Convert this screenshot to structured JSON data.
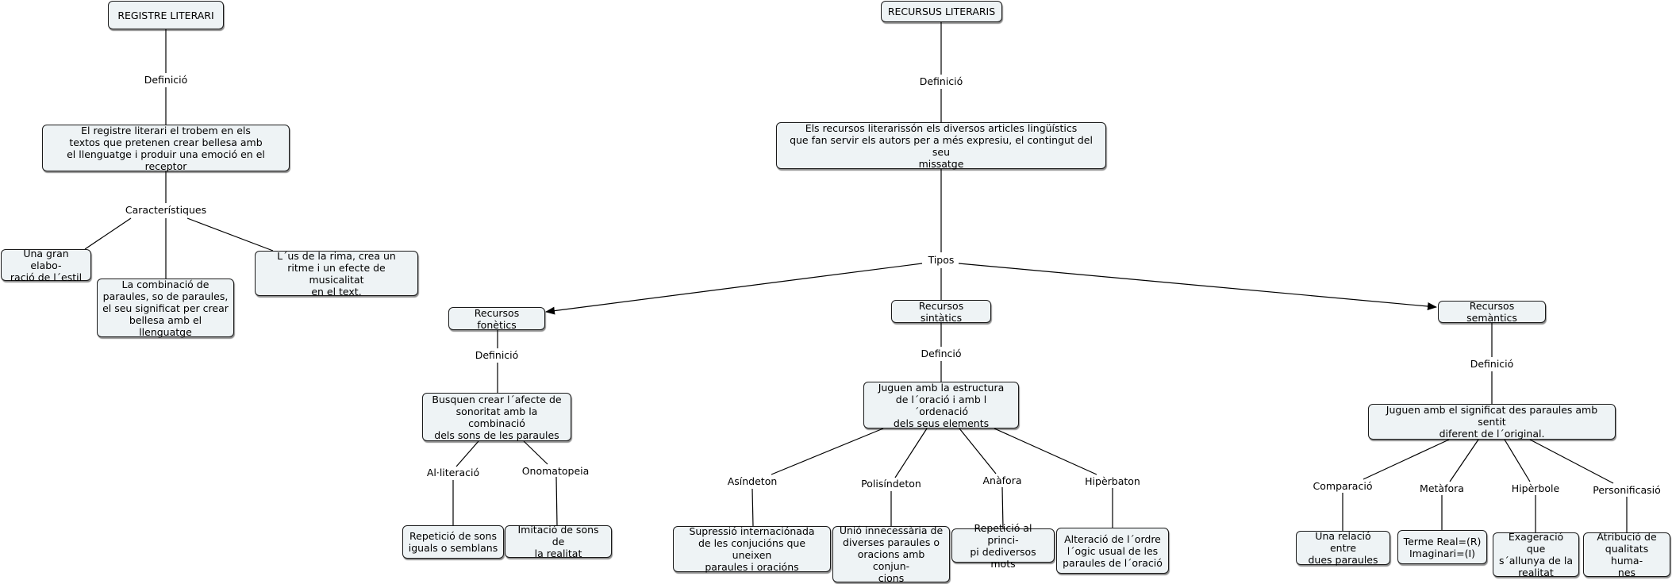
{
  "registre": {
    "title": "REGISTRE LITERARI",
    "link_definicio": "Definició",
    "definition": "El registre literari el trobem en els\ntextos que pretenen crear bellesa amb\nel llenguatge i produir una emoció en el receptor",
    "link_caracteristiques": "Característiques",
    "features": [
      "Una gran elabo-\nració de l´estil",
      "La combinació de\nparaules, so de paraules,\nel seu significat per crear\nbellesa amb el llenguatge",
      "L´us de la rima, crea un\nritme i un efecte de musicalitat\nen el text."
    ]
  },
  "recursus": {
    "title": "RECURSUS LITERARIS",
    "link_definicio": "Definició",
    "definition": "Els recursos literarissón els diversos articles lingüístics\nque fan servir els autors per a més expresiu, el contingut del seu\nmissatge",
    "link_tipos": "Tipos",
    "fonetics": {
      "title": "Recursos fonètics",
      "link": "Definició",
      "definition": "Busquen crear l´afecte de\nsonoritat amb la combinació\ndels sons de les paraules",
      "branches": [
        {
          "label": "Al·literació",
          "text": "Repetició de sons\niguals o semblans"
        },
        {
          "label": "Onomatopeia",
          "text": "Imitació de sons de\nla realitat"
        }
      ]
    },
    "sintactics": {
      "title": "Recursos sintàtics",
      "link": "Definció",
      "definition": "Juguen amb la estructura\nde l´oració i amb l´ordenació\ndels seus elements",
      "branches": [
        {
          "label": "Asíndeton",
          "text": "Supressió internaciónada\nde les conjucións que uneixen\nparaules i oracións"
        },
        {
          "label": "Polisíndeton",
          "text": "Unió innecessària de\ndiverses paraules o\noracions amb conjun-\ncions"
        },
        {
          "label": "Anàfora",
          "text": "Repetició al princi-\npi dediversos mots"
        },
        {
          "label": "Hipèrbaton",
          "text": "Alteració de l´ordre\nl´ogic usual de les\nparaules de l´oració"
        }
      ]
    },
    "semantics": {
      "title": "Recursos semàntics",
      "link": "Definició",
      "definition": "Juguen amb el significat des paraules amb sentit\ndiferent de l´original.",
      "branches": [
        {
          "label": "Comparació",
          "text": "Una relació entre\ndues paraules"
        },
        {
          "label": "Metàfora",
          "text": "Terme Real=(R)\nImaginari=(I)"
        },
        {
          "label": "Hipèrbole",
          "text": "Exageració que\ns´allunya de la\nrealitat"
        },
        {
          "label": "Personificasió",
          "text": "Atribució de\nqualitats huma-\nnes"
        }
      ]
    }
  },
  "colors": {
    "node_fill": "#eef3f5",
    "border": "#1a1a1a"
  }
}
